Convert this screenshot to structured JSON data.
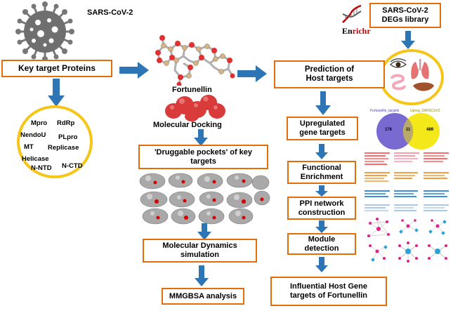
{
  "virus_label": "SARS-CoV-2",
  "boxes": {
    "key_targets": "Key target Proteins",
    "druggable": "'Druggable pockets' of key targets",
    "md": "Molecular Dynamics simulation",
    "mmgbsa": "MMGBSA analysis",
    "degs": "SARS-CoV-2 DEGs library",
    "prediction": "Prediction of Host targets",
    "upregulated": "Upregulated gene targets",
    "functional": "Functional Enrichment",
    "ppi": "PPI network construction",
    "module": "Module detection",
    "influential": "Influential Host Gene targets of Fortunellin"
  },
  "labels": {
    "fortunellin": "Fortunellin",
    "docking": "Molecular Docking",
    "enrichr_pre": "En",
    "enrichr_mid": "richr",
    "venn_left_title": "Fortunellin_targets",
    "venn_right_title": "Upreg_SARSCoV2",
    "venn_left": "176",
    "venn_mid": "11",
    "venn_right": "489"
  },
  "proteins": [
    "Mpro",
    "RdRp",
    "NendoU",
    "PLpro",
    "MT",
    "Replicase",
    "Helicase",
    "N-NTD",
    "N-CTD"
  ],
  "colors": {
    "box_border": "#e46c0a",
    "arrow": "#2e75b6",
    "circle_border": "#f5c518",
    "enrichr_red": "#c00000",
    "venn_left": "#6a5acd",
    "venn_right": "#f2e600",
    "network_pink": "#e0218a",
    "network_blue": "#2aa1d8",
    "molecule_red": "#d93a3a"
  }
}
